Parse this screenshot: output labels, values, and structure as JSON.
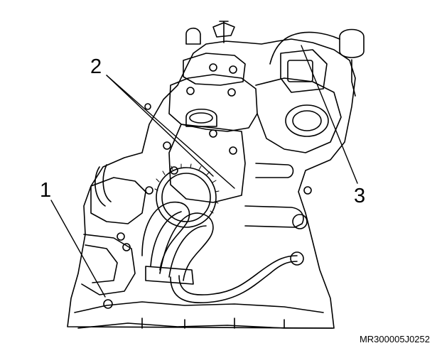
{
  "callouts": {
    "c1": "1",
    "c2": "2",
    "c3": "3"
  },
  "figure_ref": "MR300005J0252",
  "colors": {
    "ink": "#000000",
    "paper": "#ffffff"
  }
}
